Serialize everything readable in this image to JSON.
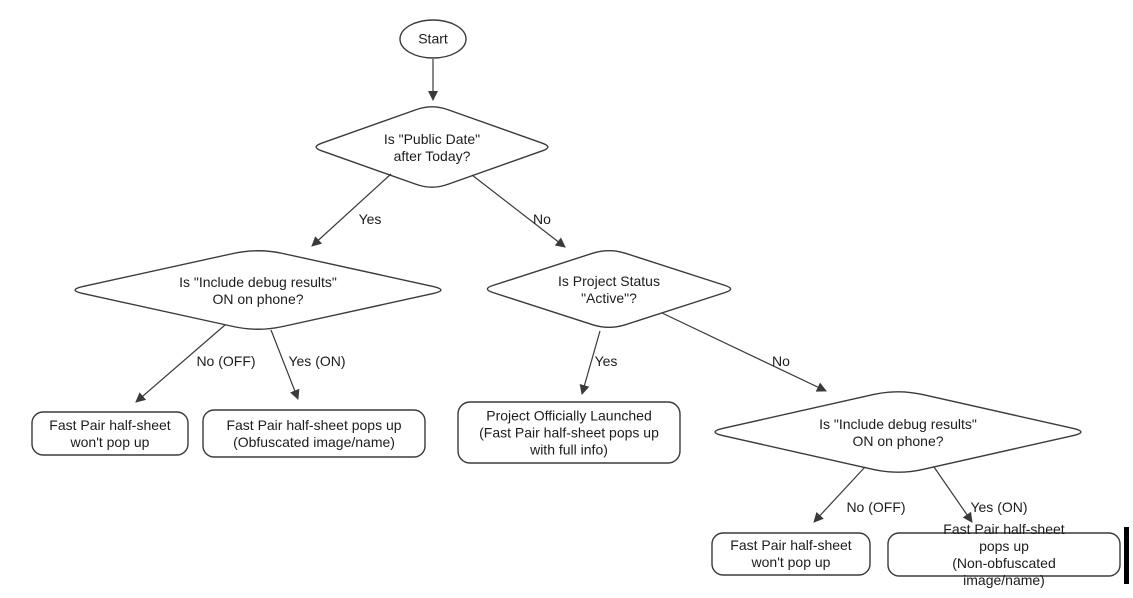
{
  "flowchart": {
    "background": "#ffffff",
    "colors": {
      "background": "#ffffff",
      "stroke": "#3a3a3a",
      "text": "#1c1c1c",
      "caret": "#000000"
    },
    "nodes": {
      "start": {
        "type": "terminator",
        "label": "Start"
      },
      "public_date": {
        "type": "decision",
        "label": "Is \"Public Date\"\nafter Today?"
      },
      "debug_left": {
        "type": "decision",
        "label": "Is \"Include debug results\"\nON on phone?"
      },
      "project_status": {
        "type": "decision",
        "label": "Is Project Status\n\"Active\"?"
      },
      "debug_right": {
        "type": "decision",
        "label": "Is \"Include debug results\"\nON on phone?"
      },
      "no_popup_left": {
        "type": "result",
        "label": "Fast Pair half-sheet\nwon't pop up"
      },
      "obfuscated_popup": {
        "type": "result",
        "label": "Fast Pair half-sheet pops up\n(Obfuscated image/name)"
      },
      "launched": {
        "type": "result",
        "label": "Project Officially Launched\n(Fast Pair half-sheet pops up\nwith full info)"
      },
      "no_popup_right": {
        "type": "result",
        "label": "Fast Pair half-sheet\nwon't pop up"
      },
      "non_obfuscated_popup": {
        "type": "result",
        "label": "Fast Pair half-sheet pops up\n(Non-obfuscated image/name)"
      }
    },
    "edges": {
      "public_date_yes": {
        "label": "Yes"
      },
      "public_date_no": {
        "label": "No"
      },
      "debug_left_no": {
        "label": "No (OFF)"
      },
      "debug_left_yes": {
        "label": "Yes (ON)"
      },
      "status_yes": {
        "label": "Yes"
      },
      "status_no": {
        "label": "No"
      },
      "debug_right_no": {
        "label": "No (OFF)"
      },
      "debug_right_yes": {
        "label": "Yes (ON)"
      }
    }
  }
}
